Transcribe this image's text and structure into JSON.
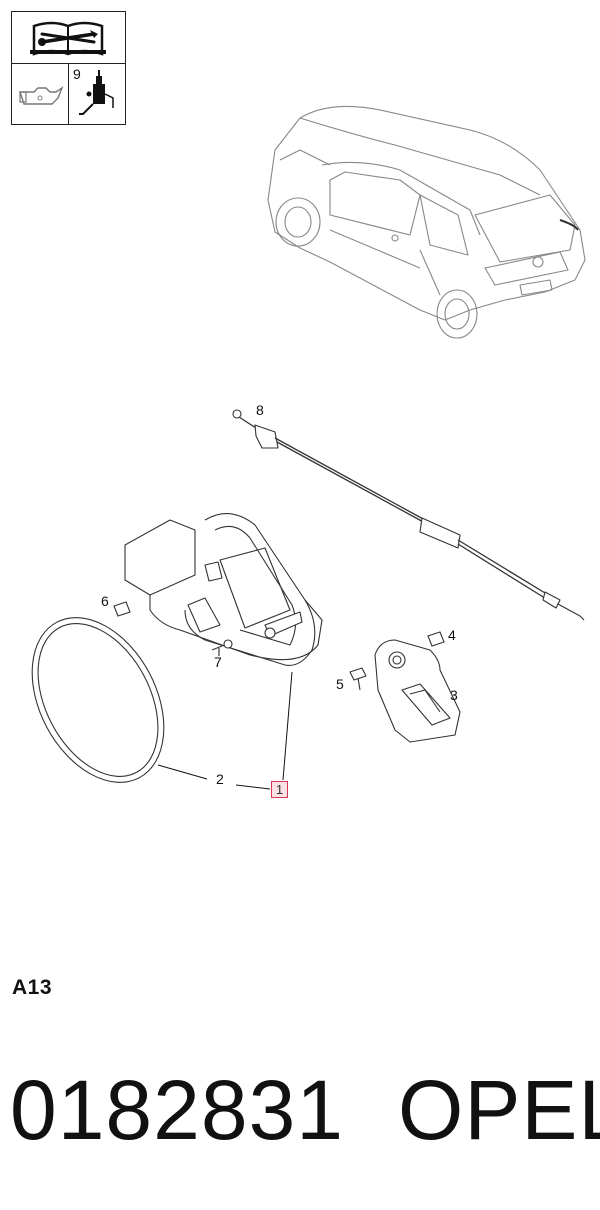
{
  "legend": {
    "icon_top": "manual-and-tools-icon",
    "cell_left_icon": "oil-can-icon",
    "cell_right_number": "9",
    "cell_right_icon": "grease-gun-icon"
  },
  "callouts": {
    "c1": "1",
    "c2": "2",
    "c3": "3",
    "c4": "4",
    "c5": "5",
    "c6": "6",
    "c7": "7",
    "c8": "8"
  },
  "section_code": "A13",
  "part_number": "0182831",
  "brand": "OPEL",
  "colors": {
    "line": "#222222",
    "highlight_border": "#d9374f",
    "highlight_fill": "#fbe2e6"
  }
}
